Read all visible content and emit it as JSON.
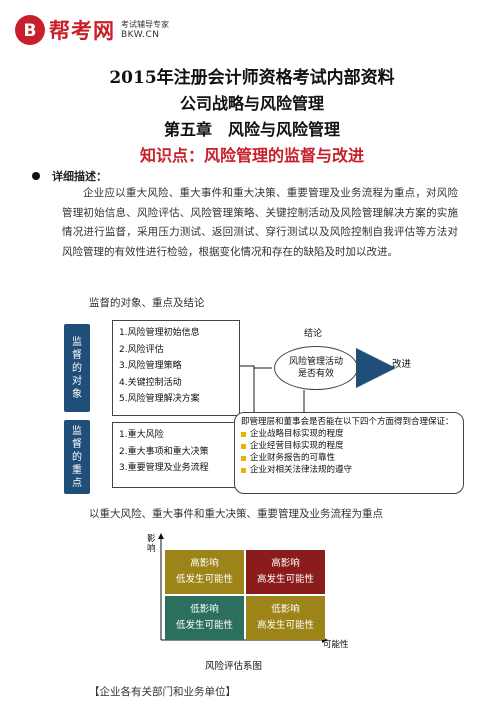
{
  "logo": {
    "name": "帮考网",
    "tagline": "考试辅导专家",
    "url_text": "BKW.CN"
  },
  "titles": [
    "2015年注册会计师资格考试内部资料",
    "公司战略与风险管理",
    "第五章　风险与风险管理",
    "知识点：风险管理的监督与改进"
  ],
  "section_label": "详细描述：",
  "paragraph": "企业应以重大风险、重大事件和重大决策、重要管理及业务流程为重点，对风险管理初始信息、风险评估、风险管理策略、关键控制活动及风险管理解决方案的实施情况进行监督，采用压力测试、返回测试、穿行测试以及风险控制自我评估等方法对风险管理的有效性进行检验，根据变化情况和存在的缺陷及时加以改进。",
  "subheading_1": "监督的对象、重点及结论",
  "diagram": {
    "tag_objects": "监督的对象",
    "tag_focus": "监督的重点",
    "objects": [
      "1.风险管理初始信息",
      "2.风险评估",
      "3.风险管理策略",
      "4.关键控制活动",
      "5.风险管理解决方案"
    ],
    "focus": [
      "1.重大风险",
      "2.重大事项和重大决策",
      "3.重要管理及业务流程"
    ],
    "conclusion_label": "结论",
    "ellipse_text": "风险管理活动是否有效",
    "improve_label": "改进",
    "callout_intro": "即管理层和董事会是否能在以下四个方面得到合理保证：",
    "callout_items": [
      "企业战略目标实现的程度",
      "企业经营目标实现的程度",
      "企业财务报告的可靠性",
      "企业对相关法律法规的遵守"
    ],
    "colors": {
      "tag": "#1f4e79",
      "bullet": "#e8b400",
      "arrow": "#1f4e79"
    }
  },
  "subheading_2": "以重大风险、重大事件和重大决策、重要管理及业务流程为重点",
  "matrix": {
    "y_axis_label": "影响",
    "x_axis_label": "可能性",
    "caption": "风险评估系图",
    "cells": {
      "top_left": {
        "l1": "高影响",
        "l2": "低发生可能性",
        "color": "#9c8418"
      },
      "top_right": {
        "l1": "高影响",
        "l2": "高发生可能性",
        "color": "#8b1c1c"
      },
      "bottom_left": {
        "l1": "低影响",
        "l2": "低发生可能性",
        "color": "#2d6f5f"
      },
      "bottom_right": {
        "l1": "低影响",
        "l2": "高发生可能性",
        "color": "#9c8418"
      }
    }
  },
  "bottom_text": "【企业各有关部门和业务单位】"
}
